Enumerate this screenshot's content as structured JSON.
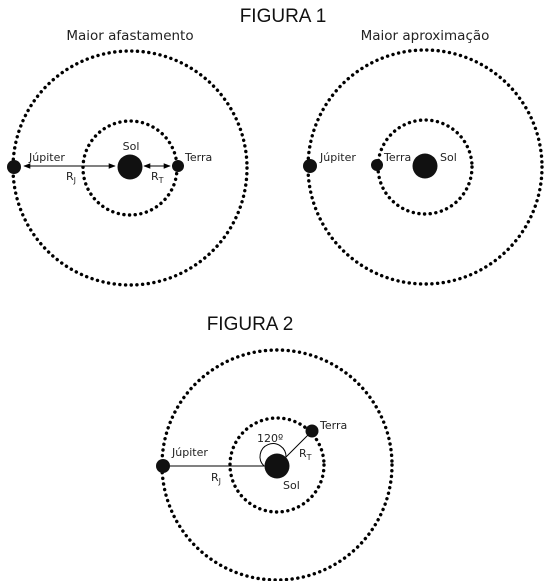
{
  "figure1": {
    "title": "FIGURA  1",
    "left_panel": {
      "caption": "Maior afastamento",
      "sun_label": "Sol",
      "jupiter_label": "Júpiter",
      "earth_label": "Terra",
      "rj_main": "R",
      "rj_sub": "J",
      "rt_main": "R",
      "rt_sub": "T"
    },
    "right_panel": {
      "caption": "Maior aproximação",
      "sun_label": "Sol",
      "jupiter_label": "Júpiter",
      "earth_label": "Terra"
    }
  },
  "figure2": {
    "title": "FIGURA 2",
    "sun_label": "Sol",
    "jupiter_label": "Júpiter",
    "earth_label": "Terra",
    "angle_label": "120º",
    "rj_main": "R",
    "rj_sub": "J",
    "rt_main": "R",
    "rt_sub": "T"
  }
}
